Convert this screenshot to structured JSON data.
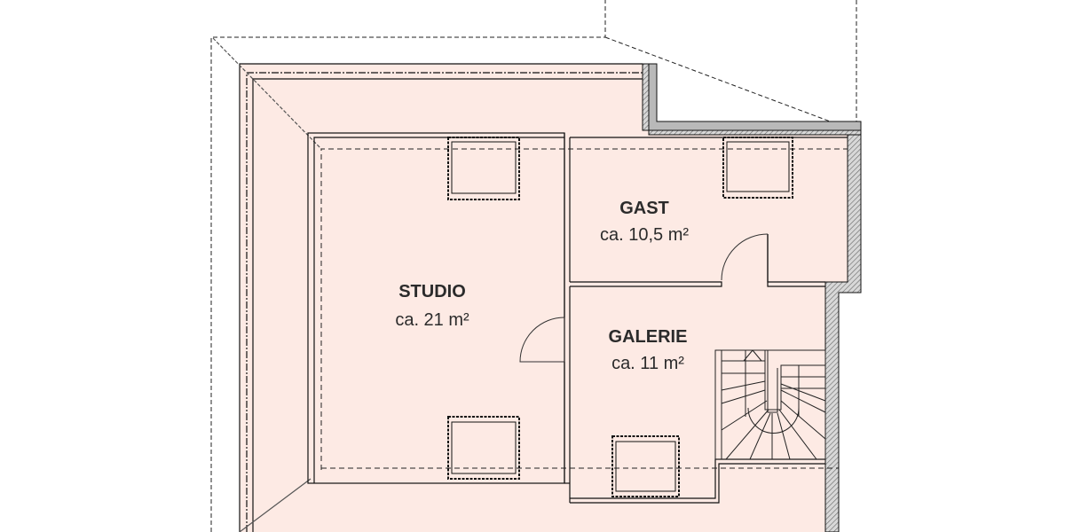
{
  "colors": {
    "floor_fill": "#fdeae4",
    "wall_gray": "#b9b9b9",
    "line": "#111111"
  },
  "rooms": [
    {
      "name": "STUDIO",
      "area": "ca. 21 m²"
    },
    {
      "name": "GAST",
      "area": "ca. 10,5 m²"
    },
    {
      "name": "GALERIE",
      "area": "ca. 11 m²"
    }
  ]
}
